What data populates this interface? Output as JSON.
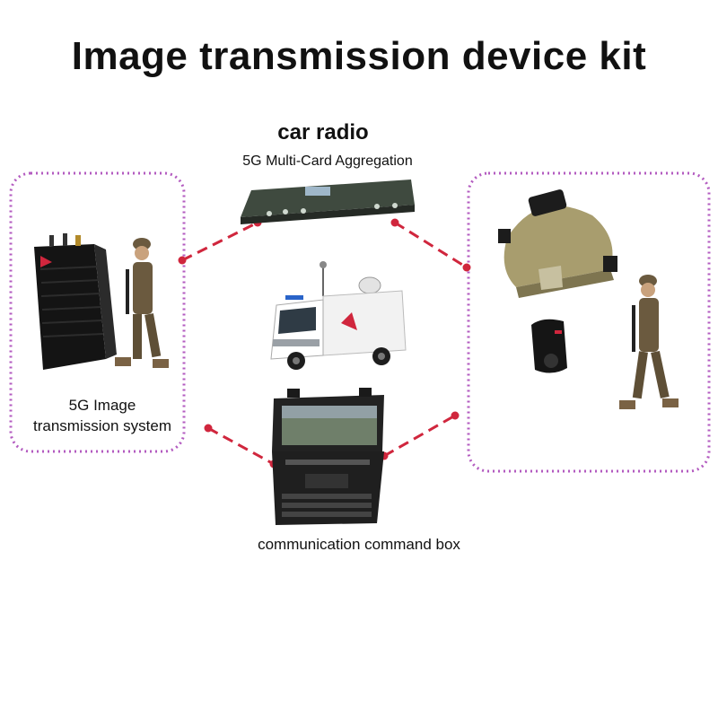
{
  "title": "Image transmission device kit",
  "car_radio": {
    "title": "car radio",
    "subtitle": "5G Multi-Card Aggregation"
  },
  "image_system": {
    "label_line1": "5G Image",
    "label_line2": "transmission system"
  },
  "command_box": {
    "label": "communication command box"
  },
  "colors": {
    "dotted_frame": "#b35bc0",
    "connector": "#d0263d",
    "device_dark": "#1b1b1b",
    "uniform": "#6b5a3f"
  }
}
